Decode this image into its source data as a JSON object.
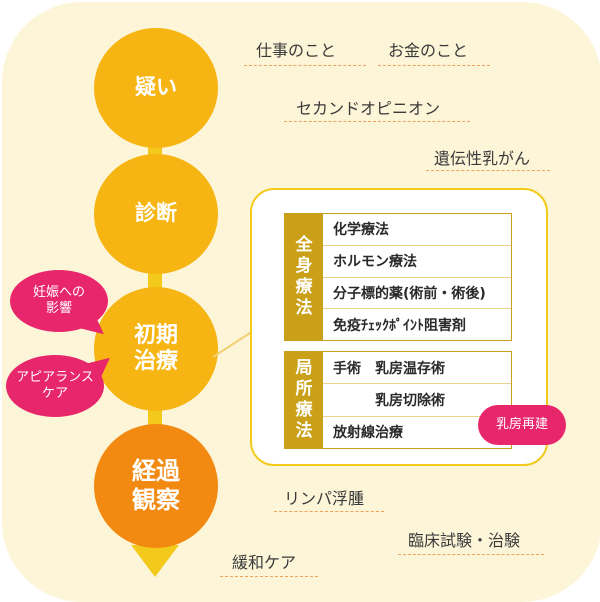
{
  "stages": [
    {
      "label": "疑い"
    },
    {
      "label": "診断"
    },
    {
      "label": "初期\n治療"
    },
    {
      "label": "経過\n観察"
    }
  ],
  "concerns": {
    "work": "仕事のこと",
    "money": "お金のこと",
    "second_opinion": "セカンドオピニオン",
    "hereditary": "遺伝性乳がん",
    "lymphedema": "リンパ浮腫",
    "clinical_trials": "臨床試験・治験",
    "palliative": "緩和ケア"
  },
  "treatment": {
    "systemic": {
      "label_chars": [
        "全",
        "身",
        "療",
        "法"
      ],
      "items": [
        "化学療法",
        "ホルモン療法",
        "分子標的薬(術前・術後)",
        "免疫ﾁｪｯｸﾎﾟｲﾝﾄ阻害剤"
      ]
    },
    "local": {
      "label_chars": [
        "局",
        "所",
        "療",
        "法"
      ],
      "items": [
        "手術　乳房温存術",
        "　　　乳房切除術",
        "放射線治療"
      ]
    }
  },
  "bubbles": {
    "pregnancy": "妊娠への\n影響",
    "appearance": "アピアランス\nケア",
    "reconstruction": "乳房再建"
  },
  "colors": {
    "background": "#fdf5d8",
    "stage": "#f6b513",
    "stage_final": "#f28a12",
    "flow_line": "#f3ca1c",
    "group_label": "#c9a017",
    "bubble": "#e8266b",
    "underline": "#efa35a"
  }
}
